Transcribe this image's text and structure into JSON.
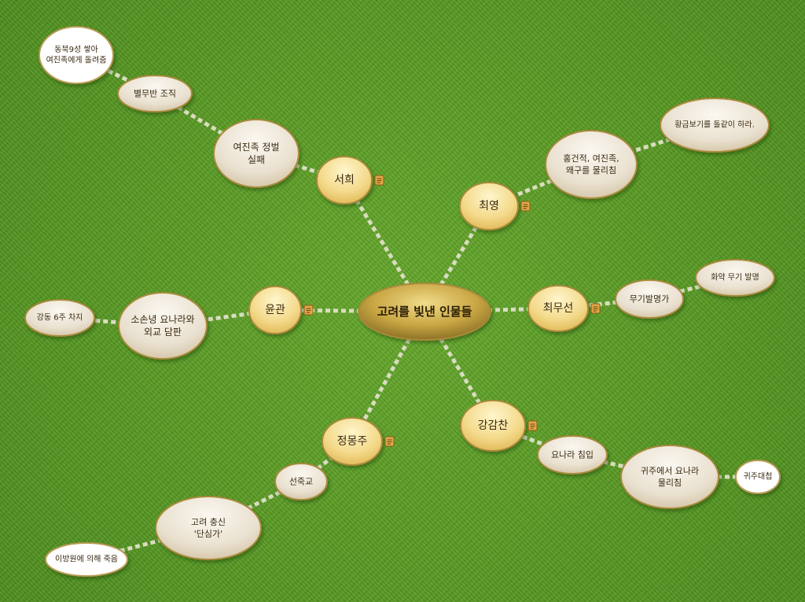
{
  "colors": {
    "background": "#5a9a26",
    "connector": "#d9dcc0",
    "central_fill": "#c8a84a",
    "level1_fill": "#f2d98a",
    "level2_fill": "#e7dfcf",
    "leaf_fill": "#ffffff",
    "border": "#a88a3a",
    "note_icon": "#e1a84a"
  },
  "central": {
    "id": "center",
    "label": "고려를 빛낸 인물들"
  },
  "figures": [
    {
      "id": "seohui",
      "label": "서희",
      "has_note": true
    },
    {
      "id": "choiyoung",
      "label": "최영",
      "has_note": true
    },
    {
      "id": "choimuseon",
      "label": "최무선",
      "has_note": true
    },
    {
      "id": "gangamchan",
      "label": "강감찬",
      "has_note": true
    },
    {
      "id": "jeongmongju",
      "label": "정몽주",
      "has_note": true
    },
    {
      "id": "yungwan",
      "label": "윤관",
      "has_note": true
    }
  ],
  "details": [
    {
      "id": "seohui-1",
      "parent": "seohui",
      "lines": [
        "여진족 정벌",
        "실패"
      ],
      "kind": "detail"
    },
    {
      "id": "seohui-2",
      "parent": "seohui-1",
      "lines": [
        "별무반 조직"
      ],
      "kind": "detail"
    },
    {
      "id": "seohui-3",
      "parent": "seohui-2",
      "lines": [
        "동북9성 쌓아",
        "여진족에게 돌려줌"
      ],
      "kind": "leaf"
    },
    {
      "id": "choiyoung-1",
      "parent": "choiyoung",
      "lines": [
        "홍건적, 여진족,",
        "왜구를 물리침"
      ],
      "kind": "detail"
    },
    {
      "id": "choiyoung-2",
      "parent": "choiyoung-1",
      "lines": [
        "황금보기를 돌같이 하라."
      ],
      "kind": "detail"
    },
    {
      "id": "choimuseon-1",
      "parent": "choimuseon",
      "lines": [
        "무기발명가"
      ],
      "kind": "detail"
    },
    {
      "id": "choimuseon-2",
      "parent": "choimuseon-1",
      "lines": [
        "화약 무기 발명"
      ],
      "kind": "detail"
    },
    {
      "id": "gangamchan-1",
      "parent": "gangamchan",
      "lines": [
        "요나라 침입"
      ],
      "kind": "detail"
    },
    {
      "id": "gangamchan-2",
      "parent": "gangamchan-1",
      "lines": [
        "귀주에서 요나라",
        "물리침"
      ],
      "kind": "detail"
    },
    {
      "id": "gangamchan-3",
      "parent": "gangamchan-2",
      "lines": [
        "귀주대첩"
      ],
      "kind": "leaf"
    },
    {
      "id": "jeongmongju-1",
      "parent": "jeongmongju",
      "lines": [
        "선죽교"
      ],
      "kind": "detail"
    },
    {
      "id": "jeongmongju-2",
      "parent": "jeongmongju-1",
      "lines": [
        "고려 충신",
        "'단심가'"
      ],
      "kind": "detail"
    },
    {
      "id": "jeongmongju-3",
      "parent": "jeongmongju-2",
      "lines": [
        "이방원에 의해 죽음"
      ],
      "kind": "leaf"
    },
    {
      "id": "yungwan-1",
      "parent": "yungwan",
      "lines": [
        "소손녕 요나라와",
        "외교 담판"
      ],
      "kind": "detail"
    },
    {
      "id": "yungwan-2",
      "parent": "yungwan-1",
      "lines": [
        "강동 6주 차지"
      ],
      "kind": "detail"
    }
  ]
}
